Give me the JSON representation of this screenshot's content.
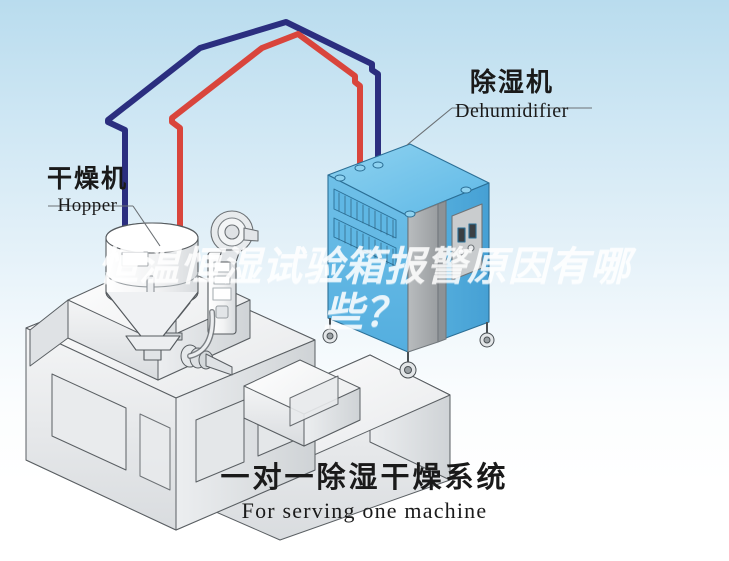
{
  "diagram": {
    "background_top_color": "#b9dcee",
    "background_bottom_color": "#ffffff",
    "accent_blue": "#4FA8DC",
    "pipe_supply_color": "#D9453C",
    "pipe_return_color": "#2B2E7F"
  },
  "labels": {
    "dehumidifier": {
      "cn": "除湿机",
      "en": "Dehumidifier"
    },
    "hopper": {
      "cn": "干燥机",
      "en": "Hopper"
    },
    "caption": {
      "cn": "一对一除湿干燥系统",
      "en": "For serving one machine"
    }
  },
  "watermark": {
    "line1": "恒温恒湿试验箱报警原因有哪",
    "line2": "些？"
  },
  "parts": {
    "dehumidifier_unit": "dehumidifier-cabinet",
    "hopper_unit": "drying-hopper",
    "machine_unit": "injection-molding-machine",
    "hot_air_pipe": "hot-air-supply-pipe",
    "return_air_pipe": "return-air-pipe"
  }
}
